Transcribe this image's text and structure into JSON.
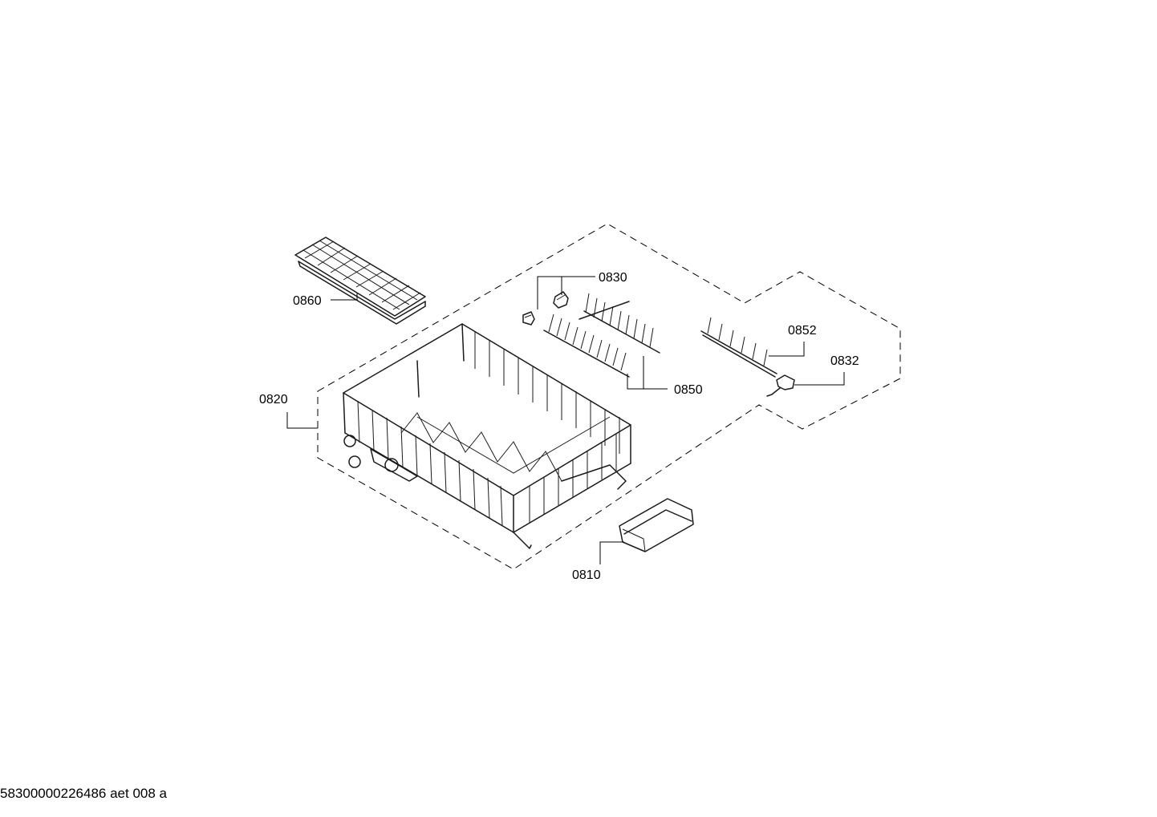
{
  "parts": [
    {
      "id": "part-0860",
      "label": "0860"
    },
    {
      "id": "part-0830",
      "label": "0830"
    },
    {
      "id": "part-0852",
      "label": "0852"
    },
    {
      "id": "part-0832",
      "label": "0832"
    },
    {
      "id": "part-0820",
      "label": "0820"
    },
    {
      "id": "part-0850",
      "label": "0850"
    },
    {
      "id": "part-0810",
      "label": "0810"
    }
  ],
  "footer": {
    "doc_code": "58300000226486 aet 008 a"
  }
}
